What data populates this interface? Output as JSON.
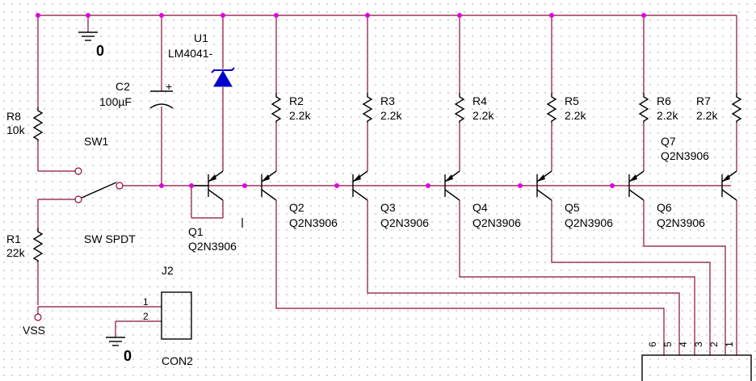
{
  "components": {
    "u1": {
      "ref": "U1",
      "value": "LM4041-"
    },
    "c2": {
      "ref": "C2",
      "value": "100µF",
      "polarity": "+"
    },
    "r8": {
      "ref": "R8",
      "value": "10k"
    },
    "r1": {
      "ref": "R1",
      "value": "22k"
    },
    "sw1": {
      "ref": "SW1",
      "type": "SW SPDT"
    },
    "j2": {
      "ref": "J2",
      "type": "CON2",
      "pins": [
        "1",
        "2"
      ]
    },
    "vss": {
      "label": "VSS"
    },
    "gnd_top": {
      "label": "0"
    },
    "gnd_bottom": {
      "label": "0"
    },
    "q1": {
      "ref": "Q1",
      "value": "Q2N3906"
    },
    "resistors": [
      {
        "ref": "R2",
        "value": "2.2k"
      },
      {
        "ref": "R3",
        "value": "2.2k"
      },
      {
        "ref": "R4",
        "value": "2.2k"
      },
      {
        "ref": "R5",
        "value": "2.2k"
      },
      {
        "ref": "R6",
        "value": "2.2k"
      },
      {
        "ref": "R7",
        "value": "2.2k"
      }
    ],
    "transistors": [
      {
        "ref": "Q2",
        "value": "Q2N3906"
      },
      {
        "ref": "Q3",
        "value": "Q2N3906"
      },
      {
        "ref": "Q4",
        "value": "Q2N3906"
      },
      {
        "ref": "Q5",
        "value": "Q2N3906"
      },
      {
        "ref": "Q6",
        "value": "Q2N3906"
      },
      {
        "ref": "Q7",
        "value": "Q2N3906"
      }
    ],
    "connector_pins": [
      "6",
      "5",
      "4",
      "3",
      "2",
      "1"
    ]
  },
  "colors": {
    "wire": "#8b0a3c",
    "junction": "#e000e0",
    "diode": "#0000cc",
    "part": "#000000"
  }
}
